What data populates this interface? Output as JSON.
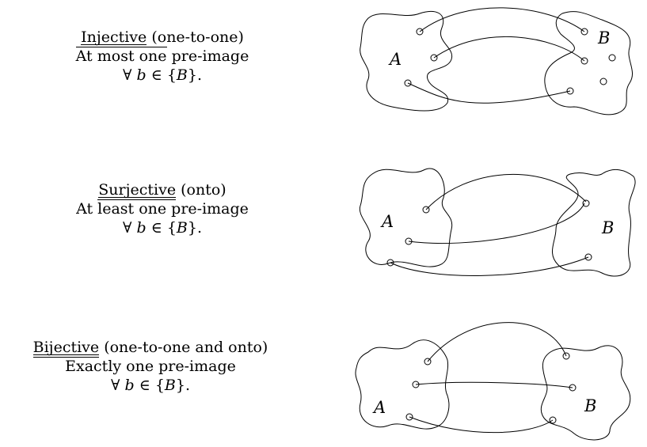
{
  "panels": [
    {
      "title": "Injective",
      "title_rest": " (one-to-one)",
      "line2_over": "At most one",
      "line2_rest": " pre-image",
      "line3_prefix": "∀ ",
      "line3_var": "b",
      "line3_suffix": " ∈ {",
      "line3_set": "B",
      "line3_end": "}.",
      "set_a": "A",
      "set_b": "B"
    },
    {
      "title": "Surjective",
      "title_rest": " (onto)",
      "line2_pre": "At ",
      "line2_over": "least one",
      "line2_rest": " pre-image",
      "line3_prefix": "∀ ",
      "line3_var": "b",
      "line3_suffix": " ∈ {",
      "line3_set": "B",
      "line3_end": "}.",
      "set_a": "A",
      "set_b": "B"
    },
    {
      "title": "Bijective",
      "title_rest": " (one-to-one and onto)",
      "line2_text": "Exactly one pre-image",
      "line3_prefix": "∀ ",
      "line3_var": "b",
      "line3_suffix": " ∈ {",
      "line3_set": "B",
      "line3_end": "}.",
      "set_a": "A",
      "set_b": "B"
    }
  ]
}
